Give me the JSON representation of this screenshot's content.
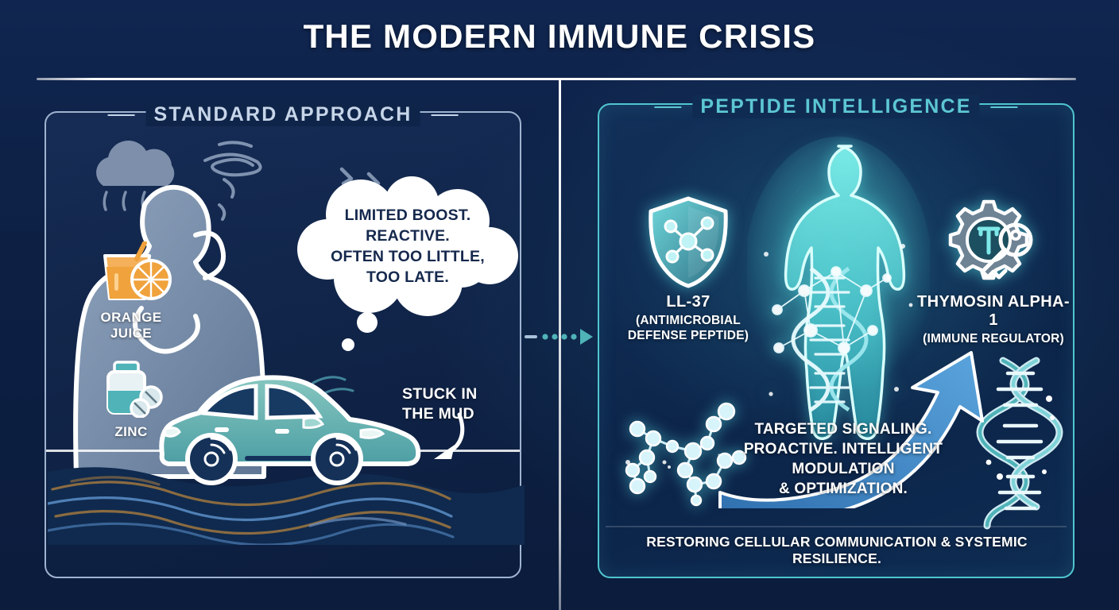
{
  "header": {
    "title": "THE MODERN IMMUNE CRISIS"
  },
  "colors": {
    "background": "#0d2044",
    "left_accent": "#c6d5e8",
    "right_accent": "#5cc7d2",
    "arrow_blue": "#3d7fc0",
    "car_teal": "#6fb6b2",
    "orange": "#f0a23c",
    "mud_brown": "#8a6b41",
    "white": "#ffffff"
  },
  "left_panel": {
    "label": "STANDARD APPROACH",
    "supplements": [
      {
        "name": "ORANGE\nJUICE",
        "line1": "ORANGE",
        "line2": "JUICE",
        "icon": "orange-juice-icon"
      },
      {
        "name": "ZINC",
        "line1": "ZINC",
        "line2": "",
        "icon": "zinc-bottle-icon"
      }
    ],
    "thought_bubble": {
      "lines": [
        "LIMITED BOOST.",
        "REACTIVE.",
        "OFTEN TOO LITTLE,",
        "TOO LATE."
      ]
    },
    "stuck_label": {
      "line1": "STUCK IN",
      "line2": "THE MUD"
    },
    "icons": {
      "rain_cloud": "rain-cloud-icon",
      "dizzy_swirl": "dizzy-swirl-icon",
      "lightning": "lightning-bolt-icon",
      "person": "sick-person-icon",
      "car": "stuck-car-icon",
      "mud": "mud-puddle-icon"
    }
  },
  "connector": {
    "icon": "dotted-arrow-right-icon"
  },
  "right_panel": {
    "label": "PEPTIDE INTELLIGENCE",
    "peptides": [
      {
        "name": "LL-37",
        "sub_line1": "(ANTIMICROBIAL",
        "sub_line2": "DEFENSE PEPTIDE)",
        "icon": "shield-molecule-icon"
      },
      {
        "name": "THYMOSIN ALPHA-1",
        "sub_line1": "(IMMUNE REGULATOR)",
        "sub_line2": "",
        "icon": "gear-key-icon"
      }
    ],
    "message": {
      "lines": [
        "TARGETED SIGNALING.",
        "PROACTIVE. INTELLIGENT",
        "MODULATION",
        "& OPTIMIZATION."
      ]
    },
    "footer": "RESTORING CELLULAR COMMUNICATION & SYSTEMIC RESILIENCE.",
    "icons": {
      "human": "glowing-human-figure-icon",
      "dna": "dna-helix-icon",
      "molecule": "molecule-network-icon",
      "arrow": "upward-growth-arrow-icon"
    }
  }
}
